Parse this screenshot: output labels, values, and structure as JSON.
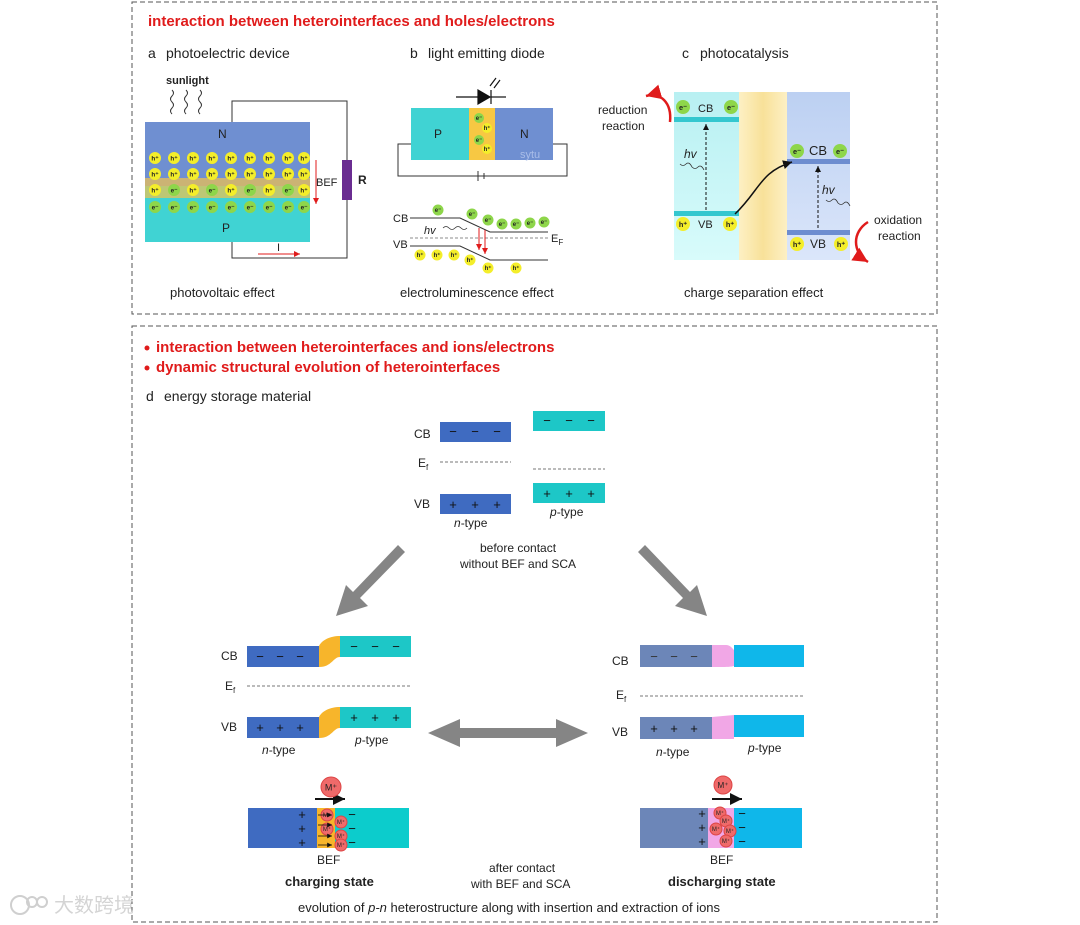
{
  "panel_top": {
    "heading": "interaction between heteroin­terfaces and holes/electrons"
  },
  "panel_a": {
    "label": "a",
    "title": "photoelectric device",
    "sunlight": "sunlight",
    "n_label": "N",
    "p_label": "P",
    "bef": "BEF",
    "resistor": "R",
    "current": "I",
    "hole": "h⁺",
    "electron": "e⁻",
    "caption": "photovoltaic effect"
  },
  "panel_b": {
    "label": "b",
    "title": "light emitting diode",
    "p_label": "P",
    "n_label": "N",
    "watermark": "sytu",
    "cb": "CB",
    "vb": "VB",
    "hv": "hv",
    "ef": "E",
    "ef_sub": "F",
    "caption": "electroluminescence effect"
  },
  "panel_c": {
    "label": "c",
    "title": "photocatalysis",
    "reduction": [
      "reduction",
      "reaction"
    ],
    "oxidation": [
      "oxidation",
      "reaction"
    ],
    "cb": "CB",
    "vb": "VB",
    "hv": "hv",
    "caption": "charge separation effect"
  },
  "panel_bottom": {
    "heading1": "interaction between heterointerfaces and ions/electrons",
    "heading2": "dynamic structural evolution  of heterointerfaces",
    "label": "d",
    "title": "energy storage material",
    "cb": "CB",
    "vb": "VB",
    "ef": "E",
    "ef_sub": "f",
    "n_type_i": "n",
    "p_type_i": "p",
    "type_suffix": "-type",
    "before": [
      "before contact",
      "without BEF and SCA"
    ],
    "after": [
      "after contact",
      "with BEF and SCA"
    ],
    "bef": "BEF",
    "ion": "M⁺",
    "charging": "charging state",
    "discharging": "discharging state",
    "footer_pre": "evolution of ",
    "footer_ital": "p-n",
    "footer_post": " heterostructure along with insertion and extraction of ions"
  },
  "watermark": "大数跨境",
  "colors": {
    "red": "#e01b1b",
    "n_blue": "#6f8fd1",
    "p_cyan": "#40d3d3",
    "band_blue": "#3f6bc1",
    "band_cyan": "#1dc7c7",
    "yellow_dot": "#f4ee2a",
    "green_dot": "#8ed64a",
    "orange_interface": "#f7b52b",
    "pink_interface": "#f1a7e6",
    "discharge_blue": "#6c86b8",
    "discharge_cyan": "#0fb7ea",
    "ion_red": "#ef6a6a"
  }
}
